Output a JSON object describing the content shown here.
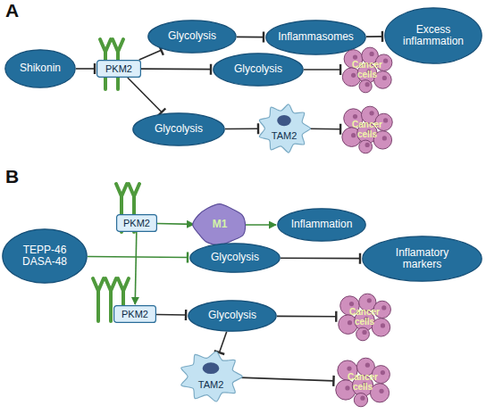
{
  "diagram": {
    "nodes": [
      {
        "text": [
          "Shikonin"
        ]
      },
      {
        "text": [
          "PKM2"
        ]
      },
      {
        "text": [
          "Glycolysis"
        ]
      },
      {
        "text": [
          "Inflammasomes"
        ]
      },
      {
        "text": [
          "Excess inflammation"
        ]
      },
      {
        "text": [
          "Glycolysis"
        ]
      },
      {
        "text": [
          "Cancer cells"
        ]
      },
      {
        "text": [
          "Glycolysis"
        ]
      },
      {
        "text": [
          "TAM2"
        ]
      },
      {
        "text": [
          "Cancer cells"
        ]
      },
      {
        "text": [
          "PKM2"
        ]
      },
      {
        "text": [
          "M1"
        ]
      },
      {
        "text": [
          "Inflammation"
        ]
      },
      {
        "text": [
          "TEPP-46 DASA-48"
        ]
      },
      {
        "text": [
          "Glycolysis"
        ]
      },
      {
        "text": [
          "Inflamatory markers"
        ]
      },
      {
        "text": [
          "PKM2"
        ]
      },
      {
        "text": [
          "Glycolysis"
        ]
      },
      {
        "text": [
          "Cancer cells"
        ]
      },
      {
        "text": [
          "TAM2"
        ]
      },
      {
        "text": [
          "Cancer cells"
        ]
      }
    ],
    "edges": [
      {
        "from": 0,
        "to": 1,
        "arrow": "to"
      },
      {
        "from": 1,
        "to": 2,
        "arrow": "to"
      },
      {
        "from": 1,
        "to": 5,
        "arrow": "to"
      },
      {
        "from": 1,
        "to": 7,
        "arrow": "to"
      },
      {
        "from": 2,
        "to": 3,
        "arrow": "to"
      },
      {
        "from": 3,
        "to": 4,
        "arrow": "to"
      },
      {
        "from": 5,
        "to": 6,
        "arrow": "to"
      },
      {
        "from": 7,
        "to": 8,
        "arrow": "to"
      },
      {
        "from": 8,
        "to": 9,
        "arrow": "to"
      },
      {
        "from": 10,
        "to": 11,
        "arrow": "to"
      },
      {
        "from": 11,
        "to": 12,
        "arrow": "to"
      },
      {
        "from": 10,
        "to": 16,
        "arrow": "to"
      },
      {
        "from": 13,
        "to": 14,
        "arrow": "to"
      },
      {
        "from": 14,
        "to": 15,
        "arrow": "to"
      },
      {
        "from": 16,
        "to": 17,
        "arrow": "to"
      },
      {
        "from": 17,
        "to": 18,
        "arrow": "to"
      },
      {
        "from": 17,
        "to": 19,
        "arrow": "to"
      },
      {
        "from": 19,
        "to": 20,
        "arrow": "to"
      }
    ],
    "labels": [
      "A",
      "B"
    ]
  }
}
